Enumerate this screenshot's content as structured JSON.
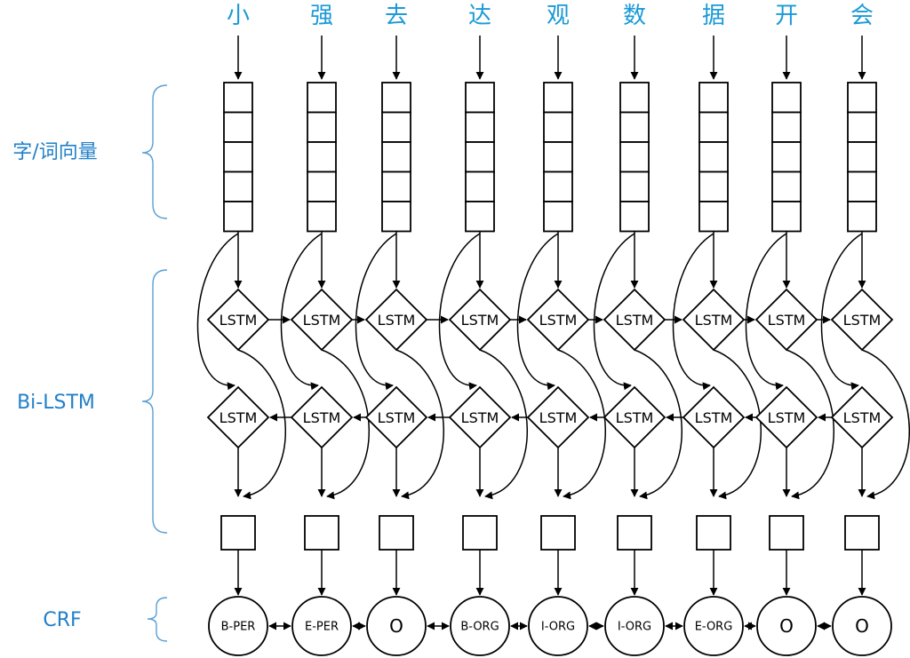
{
  "tokens": [
    {
      "char": "小",
      "tag": "B-PER"
    },
    {
      "char": "强",
      "tag": "E-PER"
    },
    {
      "char": "去",
      "tag": "O"
    },
    {
      "char": "达",
      "tag": "B-ORG"
    },
    {
      "char": "观",
      "tag": "I-ORG"
    },
    {
      "char": "数",
      "tag": "I-ORG"
    },
    {
      "char": "据",
      "tag": "E-ORG"
    },
    {
      "char": "开",
      "tag": "O"
    },
    {
      "char": "会",
      "tag": "O"
    }
  ],
  "sections": {
    "embedding": "字/词向量",
    "bilstm": "Bi-LSTM",
    "crf": "CRF"
  },
  "lstm_label": "LSTM",
  "colors": {
    "char": "#1a9ad6",
    "section_label": "#2280c8",
    "brace": "#5a9fd4"
  }
}
